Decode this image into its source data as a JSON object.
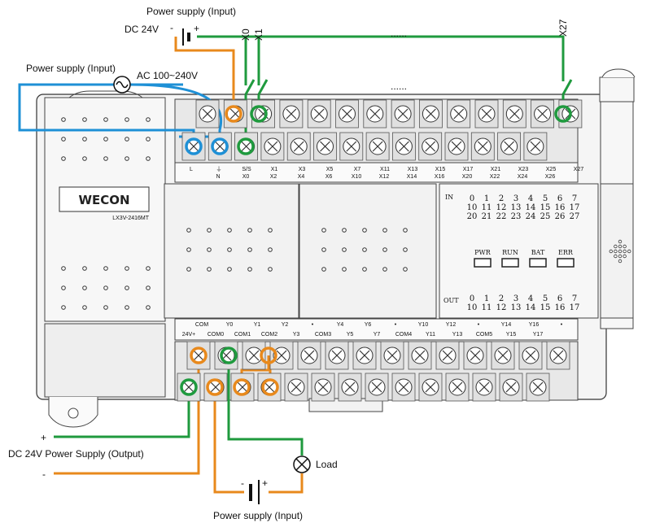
{
  "labels": {
    "ps_input_top": "Power supply (Input)",
    "dc24v": "DC 24V",
    "ps_input_ac": "Power supply (Input)",
    "ac": "AC 100~240V",
    "dc_out": "DC 24V Power Supply (Output)",
    "load": "Load",
    "ps_input_bottom": "Power supply (Input)",
    "plus": "+",
    "minus": "-",
    "dots": "......",
    "in_label": "IN",
    "out_label": "OUT",
    "model": "LX3V-2416MT",
    "brand": "WECON"
  },
  "switch_tags": [
    "X0",
    "X1",
    "X27"
  ],
  "status_leds": [
    "PWR",
    "RUN",
    "BAT",
    "ERR"
  ],
  "top_terminal_row1": [
    "L",
    "⏚",
    "S/S",
    "X1",
    "X3",
    "X5",
    "X7",
    "X11",
    "X13",
    "X15",
    "X17",
    "X21",
    "X23",
    "X25",
    "X27"
  ],
  "top_terminal_row2": [
    "N",
    "X0",
    "X2",
    "X4",
    "X6",
    "X10",
    "X12",
    "X14",
    "X16",
    "X20",
    "X22",
    "X24",
    "X26"
  ],
  "bottom_terminal_row1": [
    "COM",
    "Y0",
    "Y1",
    "Y2",
    "•",
    "Y4",
    "Y6",
    "•",
    "Y10",
    "Y12",
    "•",
    "Y14",
    "Y16",
    "•"
  ],
  "bottom_terminal_row2": [
    "24V+",
    "COM0",
    "COM1",
    "COM2",
    "Y3",
    "COM3",
    "Y5",
    "Y7",
    "COM4",
    "Y11",
    "Y13",
    "COM5",
    "Y15",
    "Y17"
  ],
  "in_leds": [
    [
      "0",
      "1",
      "2",
      "3",
      "4",
      "5",
      "6",
      "7"
    ],
    [
      "10",
      "11",
      "12",
      "13",
      "14",
      "15",
      "16",
      "17"
    ],
    [
      "20",
      "21",
      "22",
      "23",
      "24",
      "25",
      "26",
      "27"
    ]
  ],
  "out_leds": [
    [
      "0",
      "1",
      "2",
      "3",
      "4",
      "5",
      "6",
      "7"
    ],
    [
      "10",
      "11",
      "12",
      "13",
      "14",
      "15",
      "16",
      "17"
    ]
  ],
  "colors": {
    "orange": "#E8891C",
    "green": "#1F9A3E",
    "blue": "#1E90D6",
    "body": "#f2f2f2",
    "outline": "#333333"
  }
}
